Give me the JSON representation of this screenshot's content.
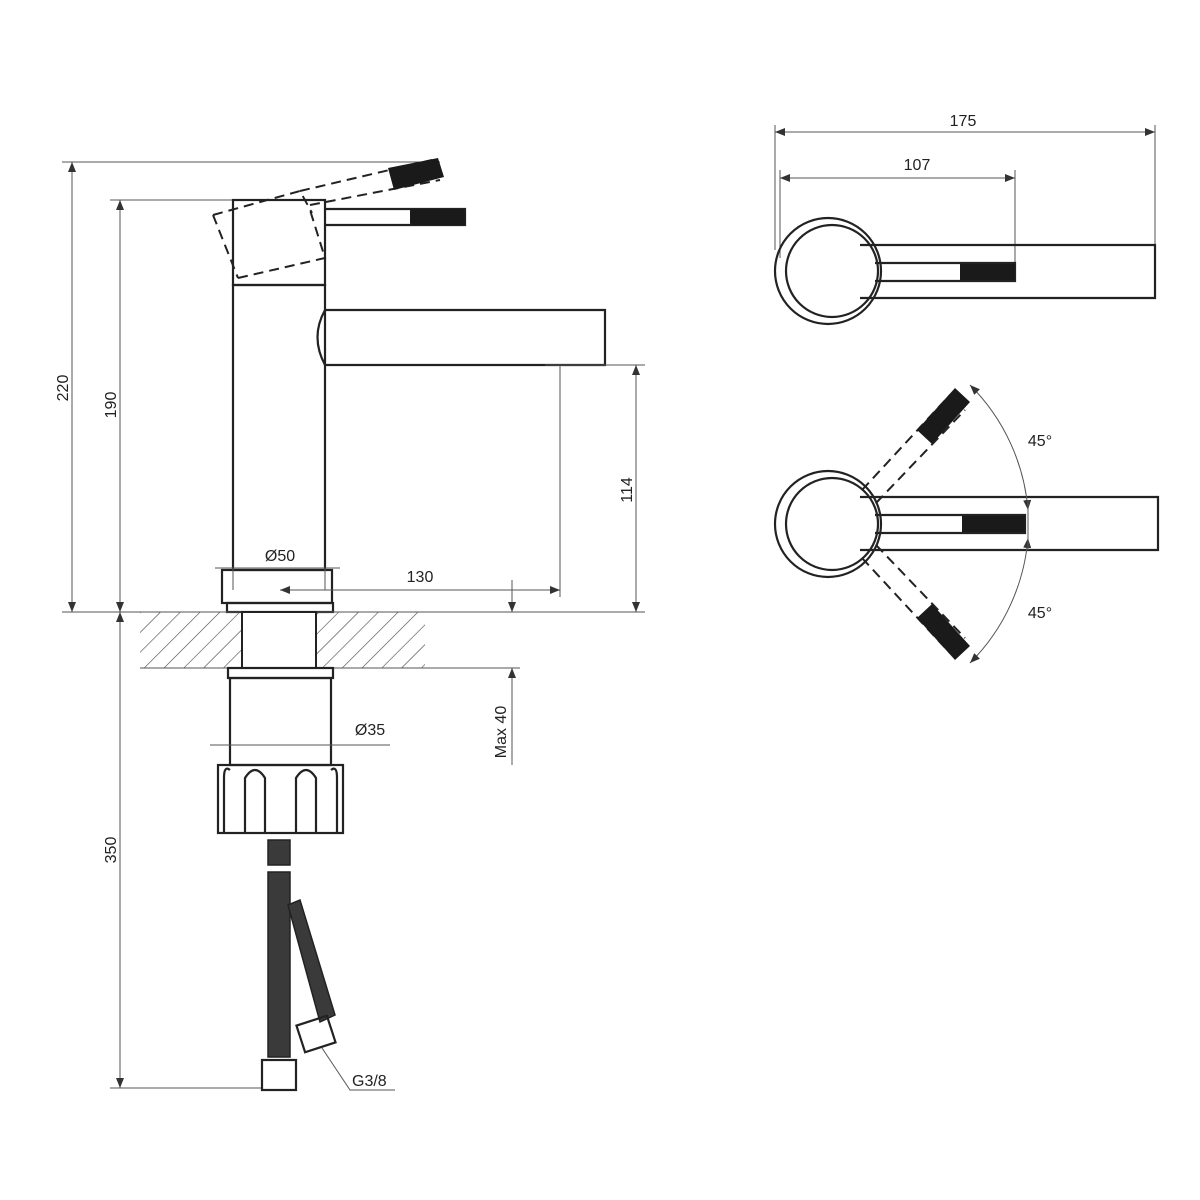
{
  "title": "Faucet technical drawing",
  "side_view": {
    "height_total": "220",
    "height_body": "190",
    "hose_length": "350",
    "spout_clearance": "114",
    "spout_reach": "130",
    "body_diameter": "Ø50",
    "thread_diameter": "Ø35",
    "max_counter_thickness": "Max 40",
    "connection_thread": "G3/8"
  },
  "top_view": {
    "total_length": "175",
    "lever_length": "107"
  },
  "rotation_view": {
    "angle_up": "45°",
    "angle_down": "45°"
  }
}
